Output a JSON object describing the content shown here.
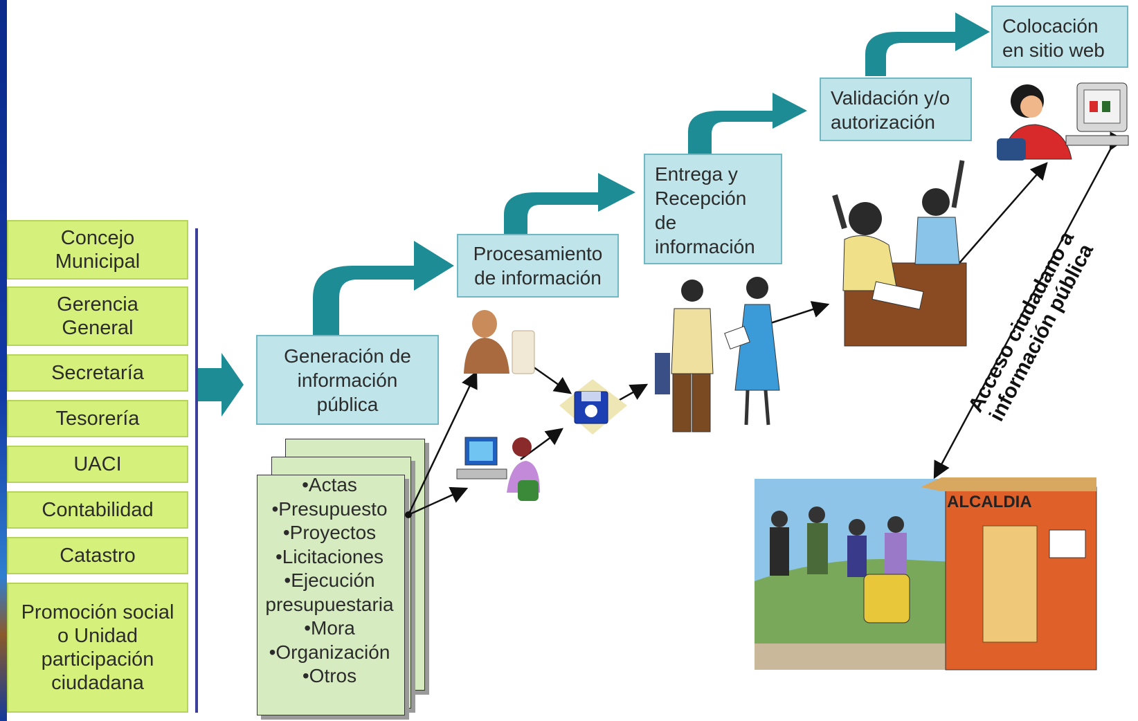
{
  "departments": [
    "Concejo\nMunicipal",
    "Gerencia\nGeneral",
    "Secretaría",
    "Tesorería",
    "UACI",
    "Contabilidad",
    "Catastro",
    "Promoción social\no Unidad\nparticipación\nciudadana"
  ],
  "steps": {
    "generation": "Generación de\ninformación\npública",
    "processing": "Procesamiento\nde información",
    "delivery": "Entrega y\nRecepción\nde\ninformación",
    "validation": "Validación y/o\nautorización",
    "publishing": "Colocación\nen sitio web"
  },
  "documents": [
    "Actas",
    "Presupuesto",
    "Proyectos",
    "Licitaciones",
    "Ejecución presupuestaria",
    "Mora",
    "Organización",
    "Otros"
  ],
  "access_label": "Acceso ciudadano a\ninformación pública",
  "town_hall_sign": "ALCALDIA",
  "colors": {
    "dept_fill": "#d6f07c",
    "step_fill": "#bfe5ea",
    "arrow_teal": "#1e8c94",
    "divider": "#3b3f9a"
  },
  "illustrations": [
    "office-worker-icon",
    "computer-user-icon",
    "floppy-disk-icon",
    "people-exchanging-document-icon",
    "classroom-raising-hands-icon",
    "woman-at-computer-icon",
    "town-hall-scene-icon"
  ]
}
